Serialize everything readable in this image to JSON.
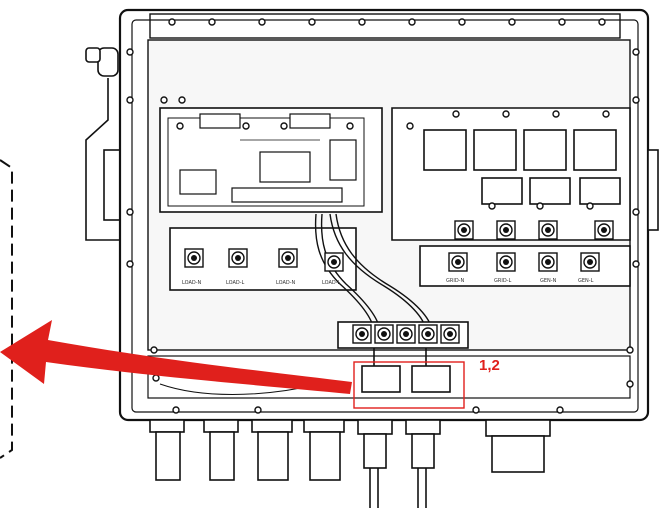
{
  "callout": {
    "label": "1,2",
    "color": "#e0201c"
  },
  "arrow": {
    "color": "#e0201c"
  },
  "terminals": {
    "bottom_row": [
      "LOAD-N",
      "LOAD-L",
      "LOAD-N",
      "LOAD-L"
    ],
    "right_row": [
      "GRID-N",
      "GRID-L",
      "GEN-N",
      "GEN-L"
    ]
  },
  "colors": {
    "line": "#111111",
    "panel": "#f4f4f4",
    "board": "#ffffff"
  }
}
